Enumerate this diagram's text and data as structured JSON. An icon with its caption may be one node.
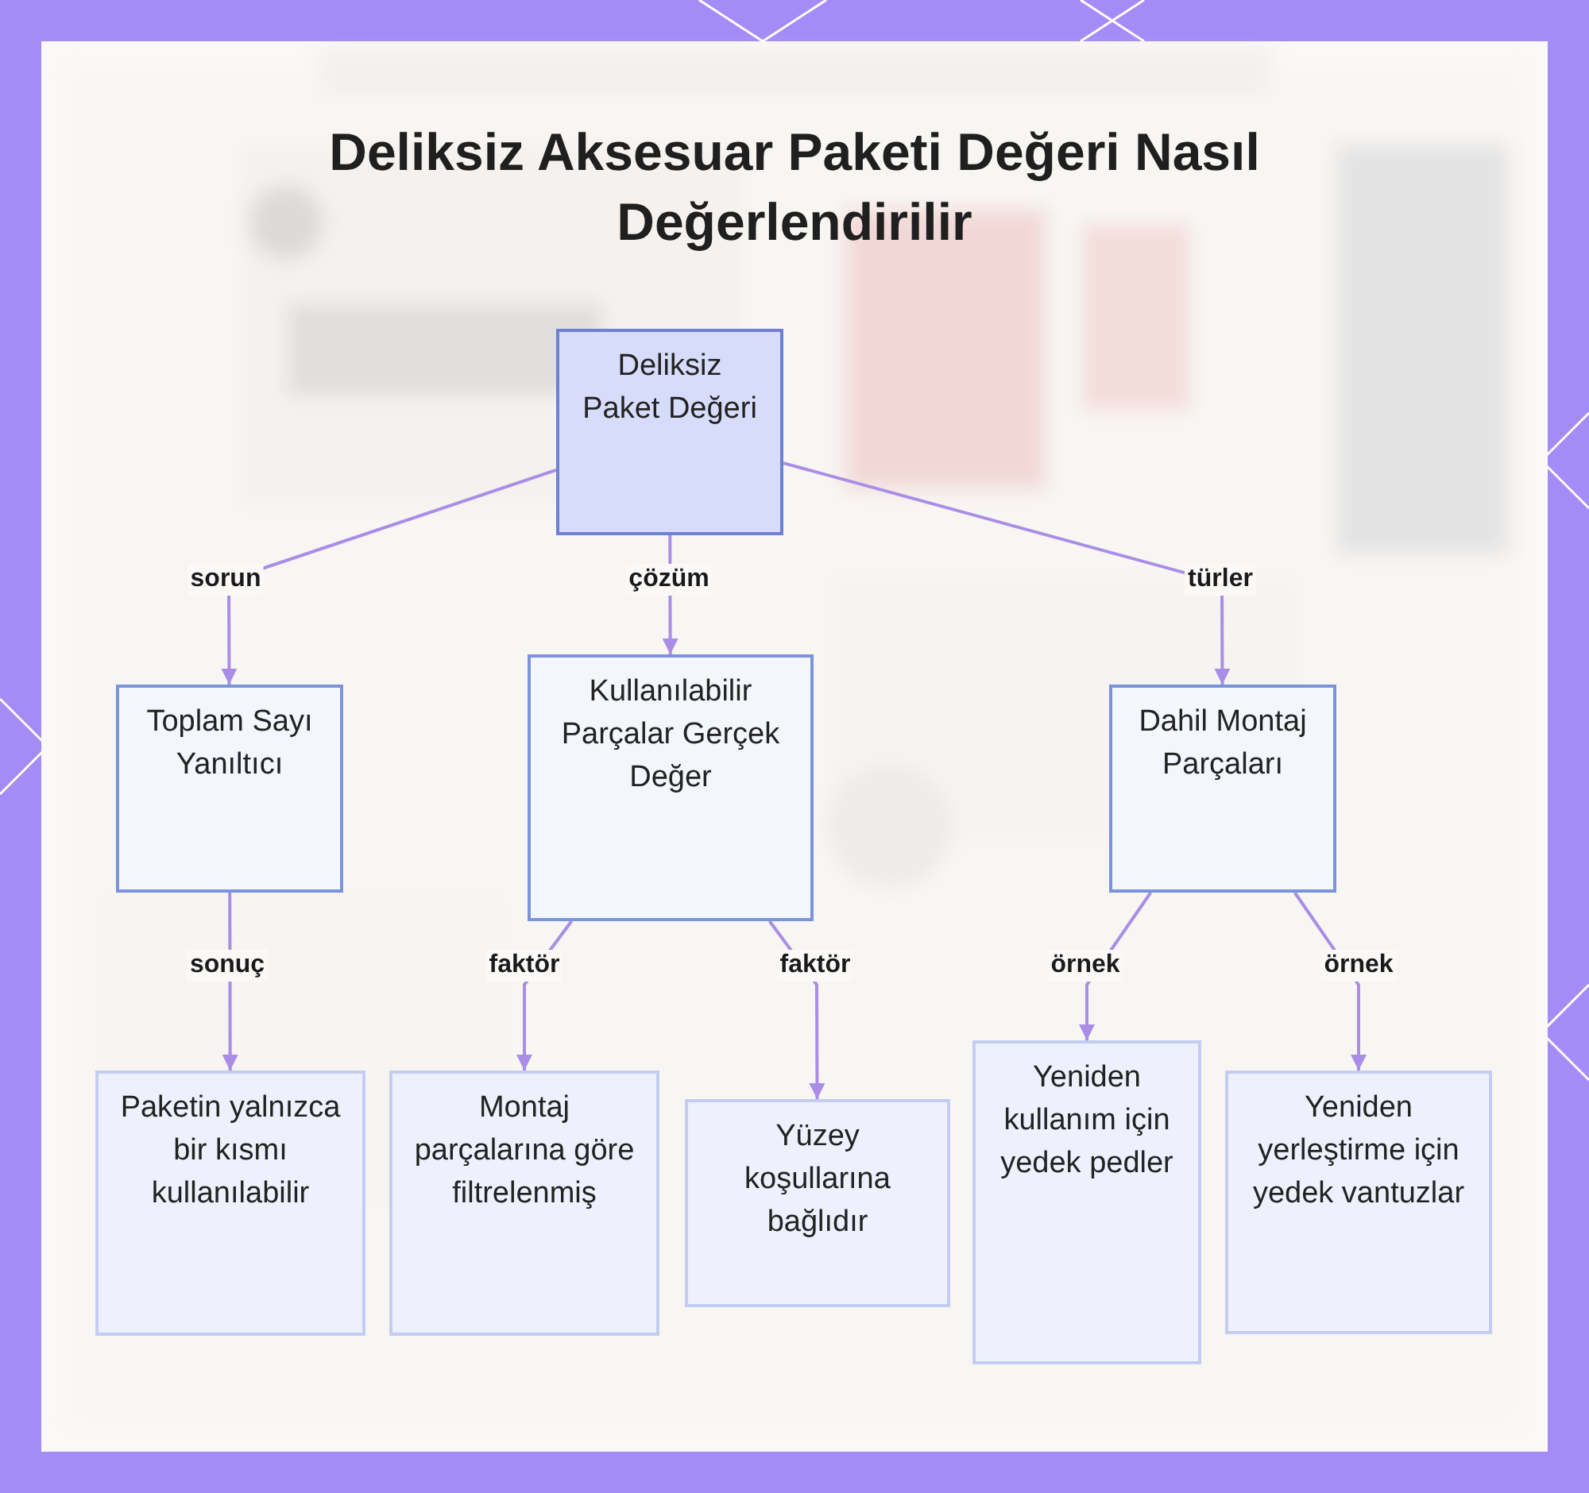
{
  "diagram": {
    "title": "Deliksiz Aksesuar Paketi Değeri Nasıl Değerlendirilir",
    "nodes": [
      {
        "text": [
          "Deliksiz Paket Değeri"
        ]
      },
      {
        "text": [
          "Toplam Sayı Yanıltıcı"
        ]
      },
      {
        "text": [
          "Kullanılabilir Parçalar Gerçek Değer"
        ]
      },
      {
        "text": [
          "Dahil Montaj Parçaları"
        ]
      },
      {
        "text": [
          "Paketin yalnızca bir kısmı kullanılabilir"
        ]
      },
      {
        "text": [
          "Montaj parçalarına göre filtrelenmiş"
        ]
      },
      {
        "text": [
          "Yüzey koşullarına bağlıdır"
        ]
      },
      {
        "text": [
          "Yeniden kullanım için yedek pedler"
        ]
      },
      {
        "text": [
          "Yeniden yerleştirme için yedek vantuzlar"
        ]
      }
    ],
    "edges": [
      {
        "from": 0,
        "to": 1,
        "arrow": "to",
        "label": "sorun"
      },
      {
        "from": 0,
        "to": 2,
        "arrow": "to",
        "label": "çözüm"
      },
      {
        "from": 0,
        "to": 3,
        "arrow": "to",
        "label": "türler"
      },
      {
        "from": 1,
        "to": 4,
        "arrow": "to",
        "label": "sonuç"
      },
      {
        "from": 2,
        "to": 5,
        "arrow": "to",
        "label": "faktör"
      },
      {
        "from": 2,
        "to": 6,
        "arrow": "to",
        "label": "faktör"
      },
      {
        "from": 3,
        "to": 7,
        "arrow": "to",
        "label": "örnek"
      },
      {
        "from": 3,
        "to": 8,
        "arrow": "to",
        "label": "örnek"
      }
    ]
  }
}
